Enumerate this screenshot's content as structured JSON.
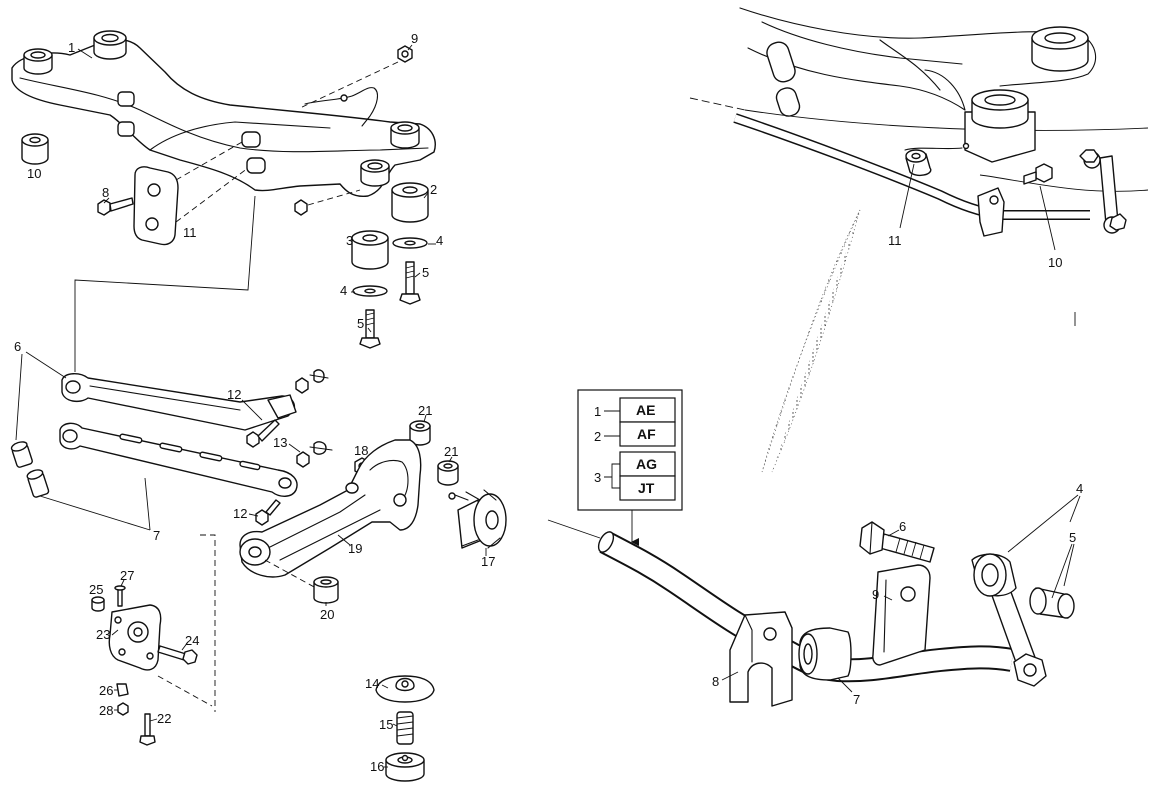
{
  "left_diagram": {
    "callouts": [
      "1",
      "9",
      "10",
      "8",
      "11",
      "2",
      "3",
      "4",
      "5",
      "4",
      "5",
      "6",
      "12",
      "21",
      "13",
      "18",
      "21",
      "7",
      "12",
      "19",
      "17",
      "20",
      "27",
      "25",
      "23",
      "24",
      "26",
      "28",
      "22",
      "14",
      "15",
      "16"
    ]
  },
  "right_diagram": {
    "callouts": [
      "11",
      "10",
      "6",
      "4",
      "5",
      "9",
      "8",
      "7"
    ],
    "code_table": [
      {
        "num": "1",
        "code": "AE"
      },
      {
        "num": "2",
        "code": "AF"
      },
      {
        "num": "3",
        "codes": [
          "AG",
          "JT"
        ]
      }
    ]
  }
}
